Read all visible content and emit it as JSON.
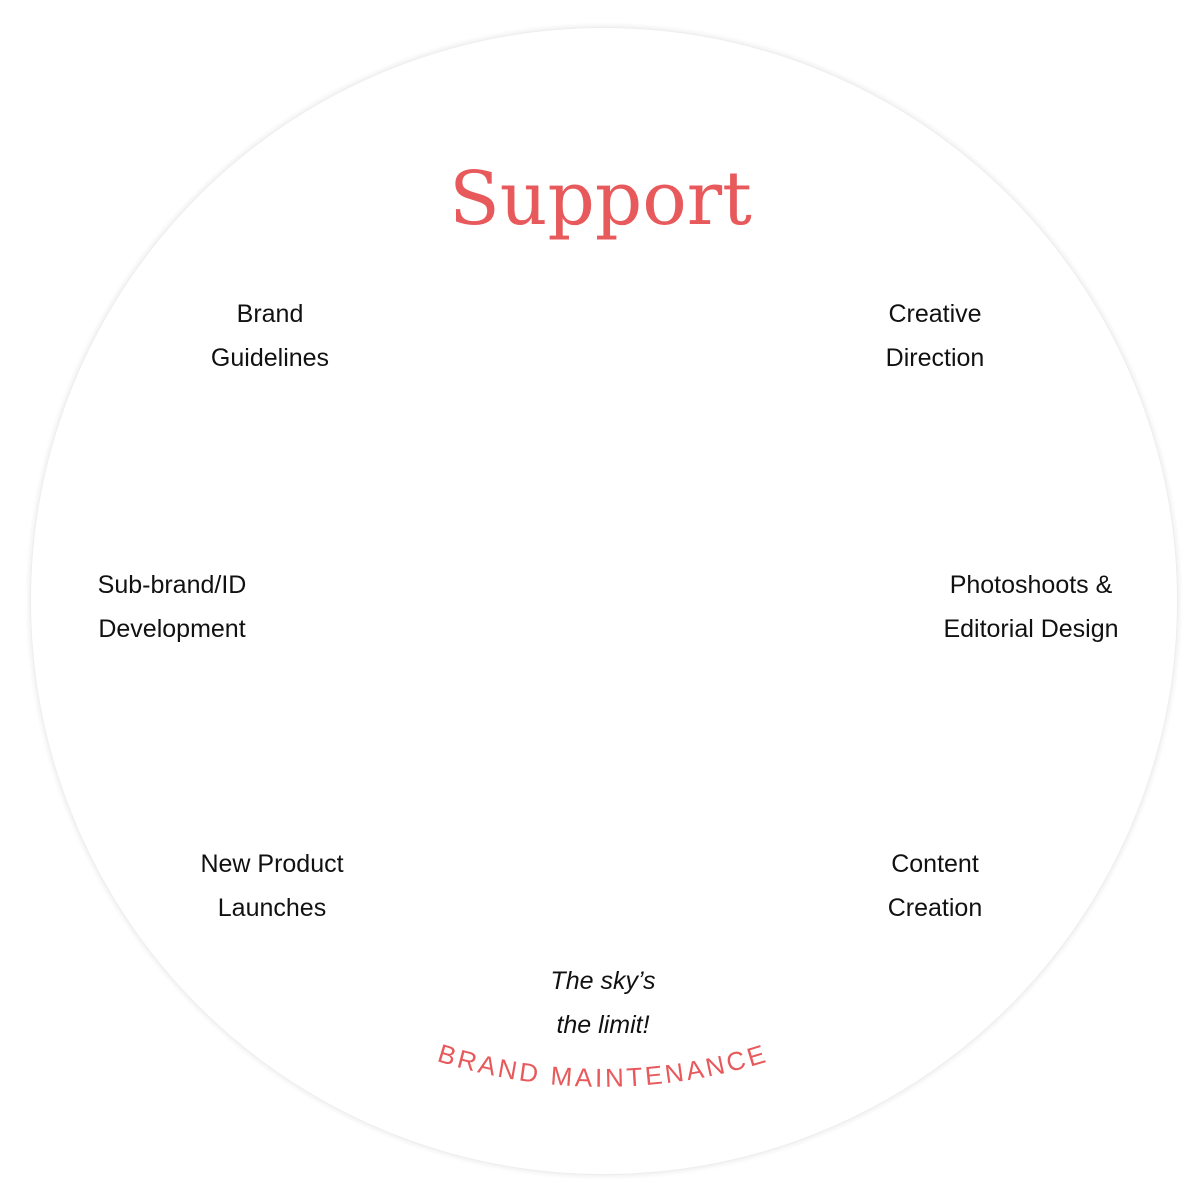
{
  "diagram": {
    "title": "Support",
    "arc_label": "BRAND MAINTENANCE",
    "items": [
      {
        "line1": "Brand",
        "line2": "Guidelines"
      },
      {
        "line1": "Creative",
        "line2": "Direction"
      },
      {
        "line1": "Sub-brand/ID",
        "line2": "Development"
      },
      {
        "line1": "Photoshoots &",
        "line2": "Editorial Design"
      },
      {
        "line1": "New Product",
        "line2": "Launches"
      },
      {
        "line1": "Content",
        "line2": "Creation"
      }
    ],
    "closing": {
      "line1": "The sky’s",
      "line2": "the limit!"
    },
    "colors": {
      "accent": "#e8595c",
      "text": "#111111",
      "background": "#ffffff"
    }
  }
}
